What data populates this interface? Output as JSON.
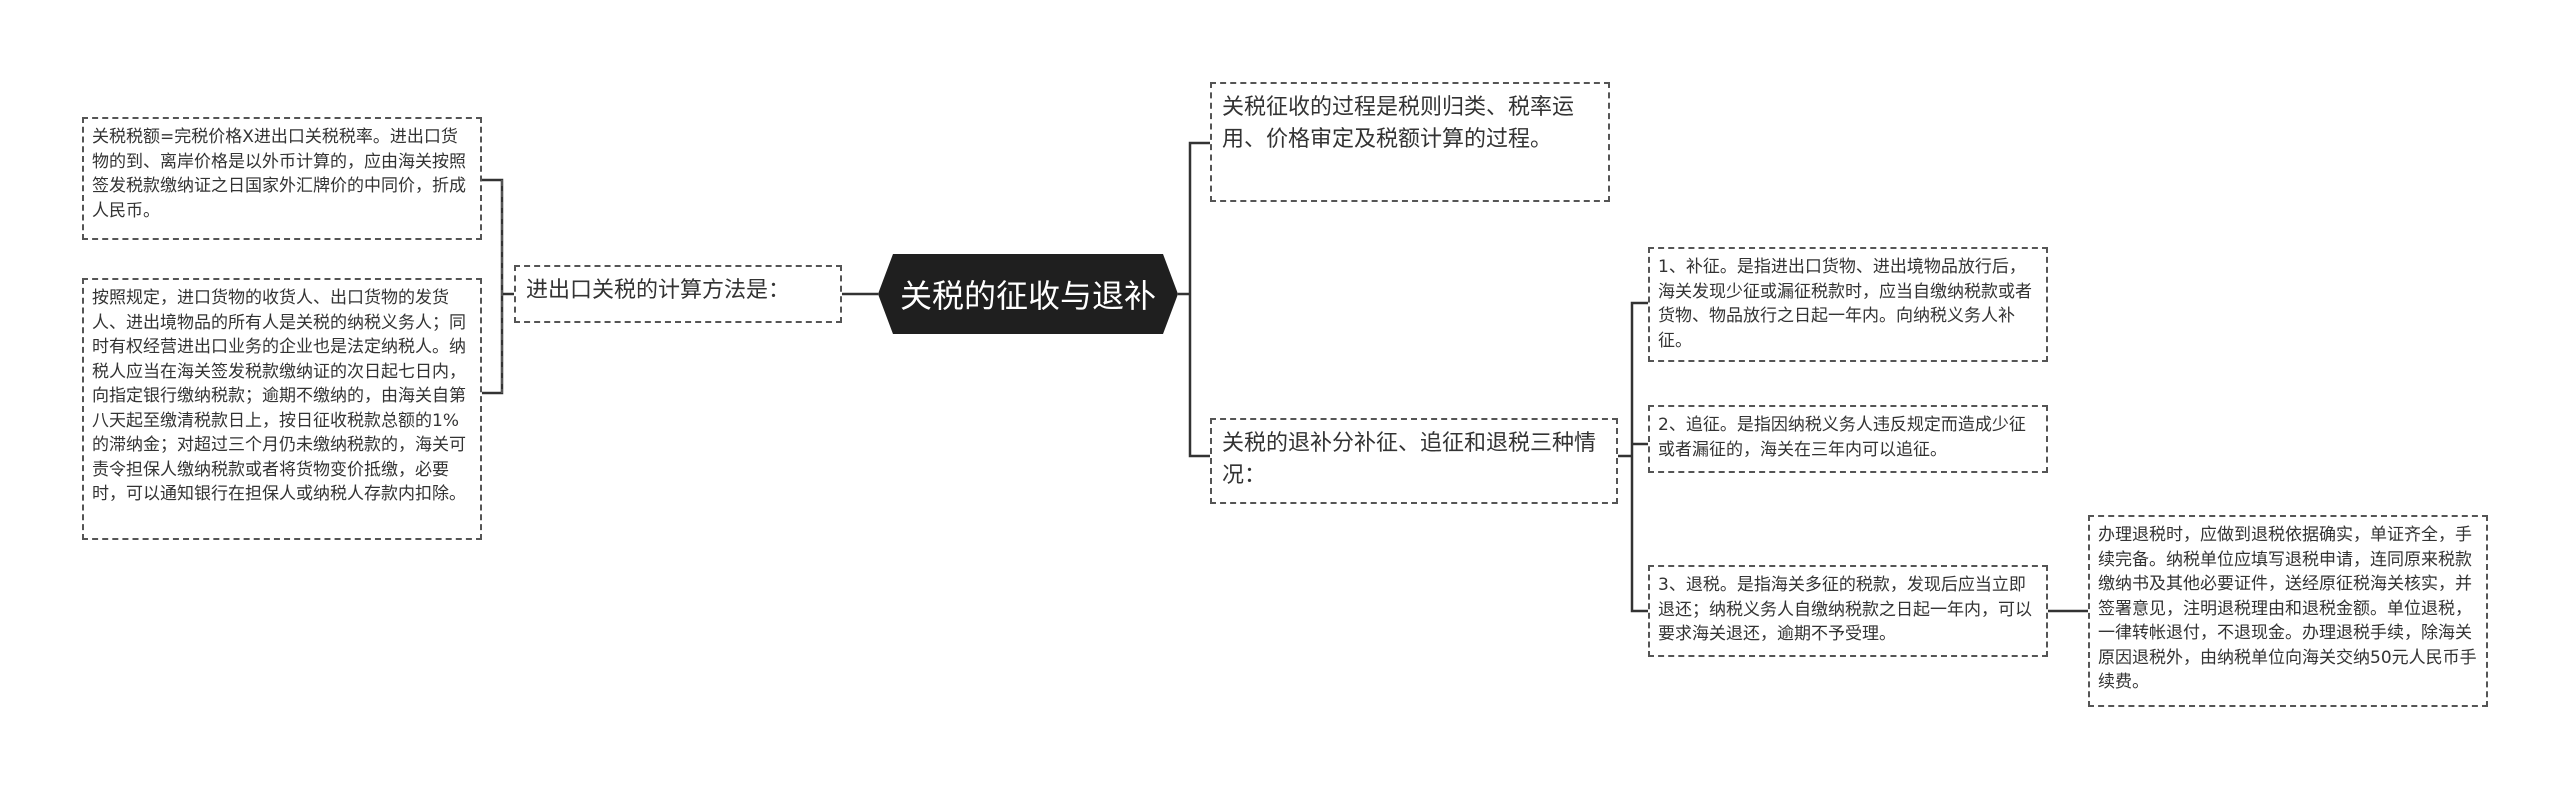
{
  "root": "关税的征收与退补",
  "left_branch": {
    "label": "进出口关税的计算方法是：",
    "items": [
      "关税税额=完税价格X进出口关税税率。进出口货物的到、离岸价格是以外币计算的，应由海关按照签发税款缴纳证之日国家外汇牌价的中同价，折成人民币。",
      "按照规定，进口货物的收货人、出口货物的发货人、进出境物品的所有人是关税的纳税义务人；同时有权经营进出口业务的企业也是法定纳税人。纳税人应当在海关签发税款缴纳证的次日起七日内，向指定银行缴纳税款；逾期不缴纳的，由海关自第八天起至缴清税款日上，按日征收税款总额的1%的滞纳金；对超过三个月仍未缴纳税款的，海关可责令担保人缴纳税款或者将货物变价抵缴，必要时，可以通知银行在担保人或纳税人存款内扣除。"
    ]
  },
  "right_top": "关税征收的过程是税则归类、税率运用、价格审定及税额计算的过程。",
  "right_branch": {
    "label": "关税的退补分补征、追征和退税三种情况：",
    "items": [
      "1、补征。是指进出口货物、进出境物品放行后，海关发现少征或漏征税款时，应当自缴纳税款或者货物、物品放行之日起一年内。向纳税义务人补征。",
      "2、追征。是指因纳税义务人违反规定而造成少征或者漏征的，海关在三年内可以追征。",
      "3、退税。是指海关多征的税款，发现后应当立即退还；纳税义务人自缴纳税款之日起一年内，可以要求海关退还，逾期不予受理。"
    ],
    "refund_detail": "办理退税时，应做到退税依据确实，单证齐全，手续完备。纳税单位应填写退税申请，连同原来税款缴纳书及其他必要证件，送经原征税海关核实，并签署意见，注明退税理由和退税金额。单位退税，一律转帐退付，不退现金。办理退税手续，除海关原因退税外，由纳税单位向海关交纳50元人民币手续费。"
  }
}
